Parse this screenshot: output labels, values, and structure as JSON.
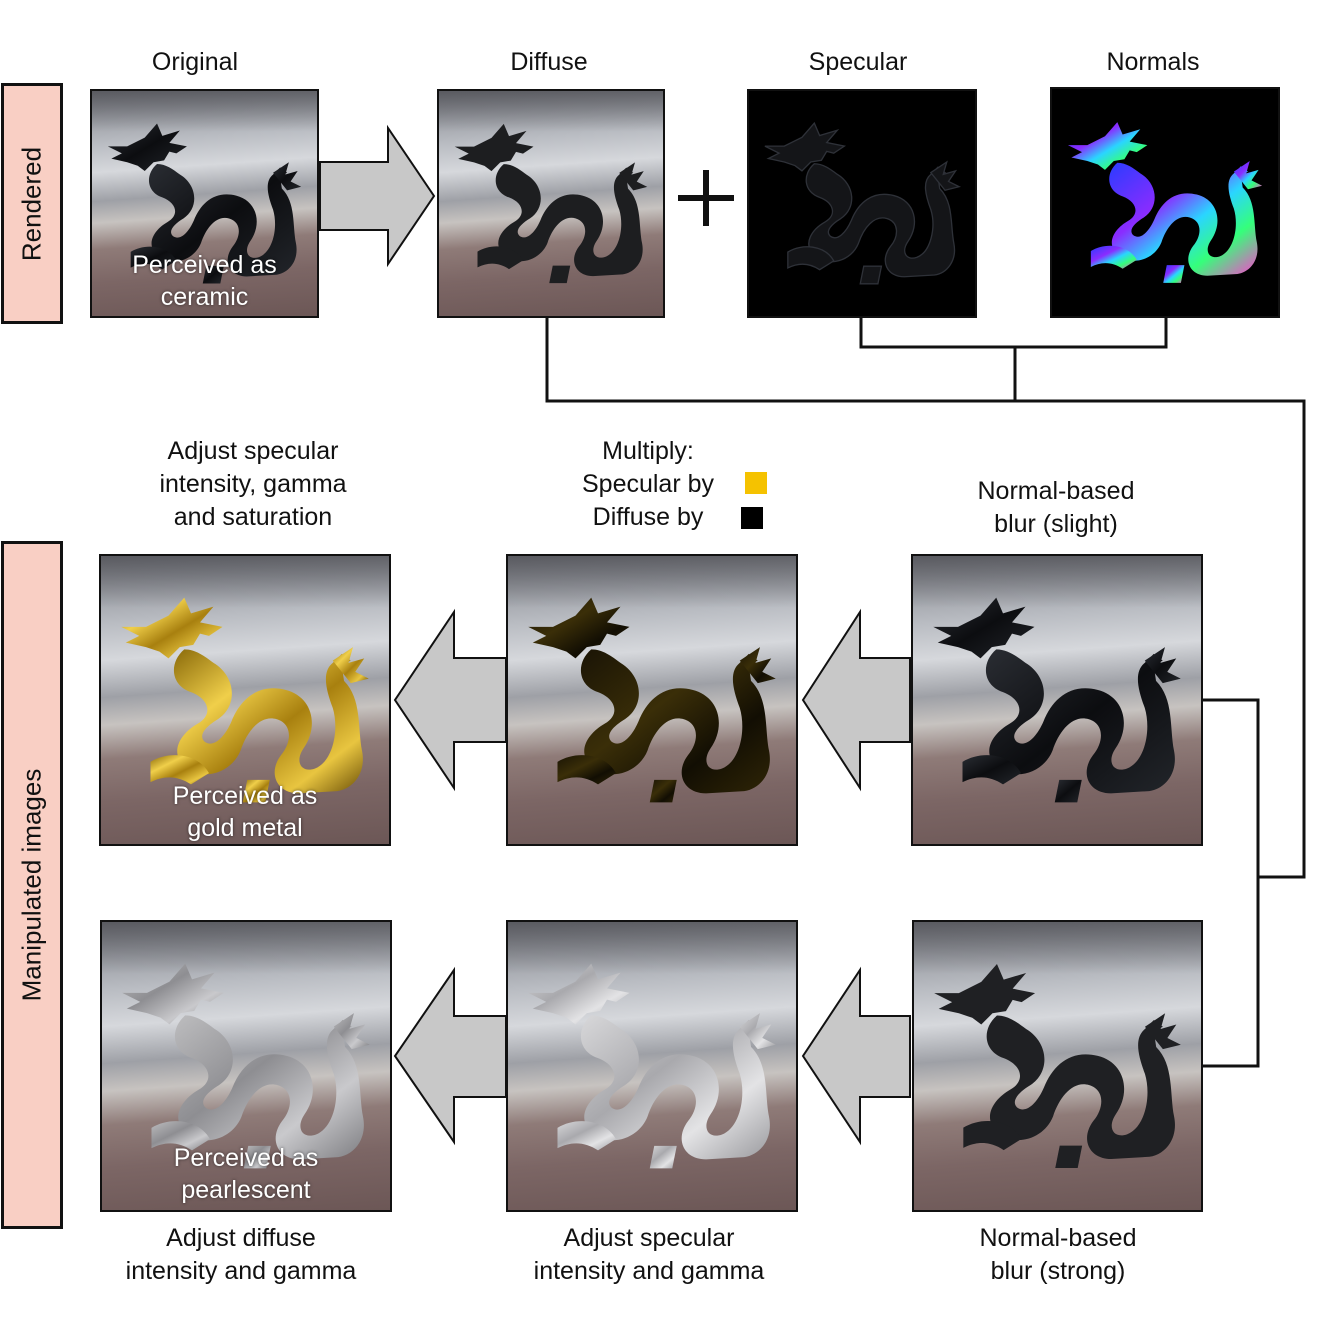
{
  "row_labels": {
    "rendered": "Rendered",
    "manipulated": "Manipulated images"
  },
  "top_captions": {
    "original": "Original",
    "diffuse": "Diffuse",
    "specular": "Specular",
    "normals": "Normals"
  },
  "panel_labels": {
    "ceramic": [
      "Perceived as",
      "ceramic"
    ],
    "gold": [
      "Perceived as",
      "gold metal"
    ],
    "pearl": [
      "Perceived as",
      "pearlescent"
    ]
  },
  "step_captions": {
    "adjust_spec_gamma_sat": [
      "Adjust specular",
      "intensity, gamma",
      "and saturation"
    ],
    "multiply": [
      "Multiply:",
      "Specular by",
      "Diffuse by"
    ],
    "blur_slight": [
      "Normal-based",
      "blur (slight)"
    ],
    "adjust_diffuse": [
      "Adjust diffuse",
      "intensity and gamma"
    ],
    "adjust_specular": [
      "Adjust specular",
      "intensity and gamma"
    ],
    "blur_strong": [
      "Normal-based",
      "blur (strong)"
    ]
  },
  "colors": {
    "row_label_fill": "#f9cfc4",
    "arrow_fill": "#c8c8c8",
    "gold_swatch": "#f5c200",
    "black_swatch": "#000000"
  }
}
